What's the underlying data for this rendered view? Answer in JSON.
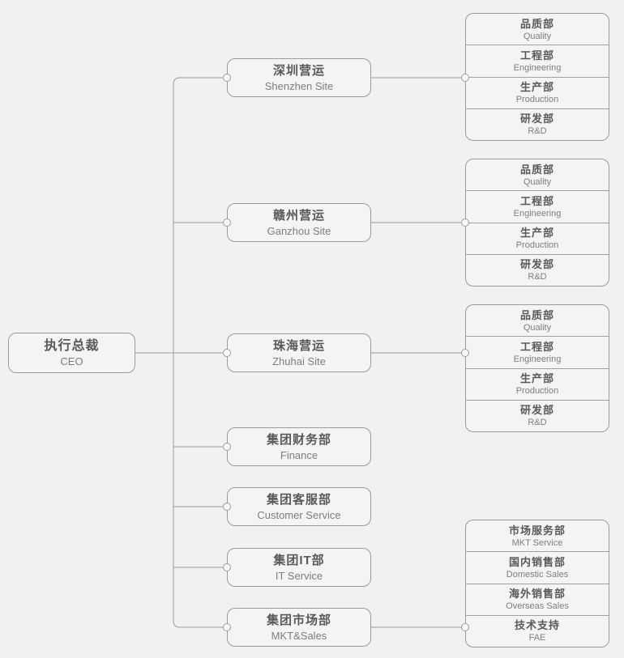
{
  "chart": {
    "type": "org-chart",
    "root": {
      "title": "执行总裁",
      "subtitle": "CEO"
    },
    "branches": [
      {
        "title": "深圳营运",
        "subtitle": "Shenzhen Site",
        "departments": [
          {
            "title": "品质部",
            "subtitle": "Quality"
          },
          {
            "title": "工程部",
            "subtitle": "Engineering"
          },
          {
            "title": "生产部",
            "subtitle": "Production"
          },
          {
            "title": "研发部",
            "subtitle": "R&D"
          }
        ]
      },
      {
        "title": "赣州营运",
        "subtitle": "Ganzhou Site",
        "departments": [
          {
            "title": "品质部",
            "subtitle": "Quality"
          },
          {
            "title": "工程部",
            "subtitle": "Engineering"
          },
          {
            "title": "生产部",
            "subtitle": "Production"
          },
          {
            "title": "研发部",
            "subtitle": "R&D"
          }
        ]
      },
      {
        "title": "珠海营运",
        "subtitle": "Zhuhai Site",
        "departments": [
          {
            "title": "品质部",
            "subtitle": "Quality"
          },
          {
            "title": "工程部",
            "subtitle": "Engineering"
          },
          {
            "title": "生产部",
            "subtitle": "Production"
          },
          {
            "title": "研发部",
            "subtitle": "R&D"
          }
        ]
      },
      {
        "title": "集团财务部",
        "subtitle": "Finance"
      },
      {
        "title": "集团客服部",
        "subtitle": "Customer Service"
      },
      {
        "title": "集团IT部",
        "subtitle": "IT Service"
      },
      {
        "title": "集团市场部",
        "subtitle": "MKT&Sales",
        "departments": [
          {
            "title": "市场服务部",
            "subtitle": "MKT Service"
          },
          {
            "title": "国内销售部",
            "subtitle": "Domestic Sales"
          },
          {
            "title": "海外销售部",
            "subtitle": "Overseas Sales"
          },
          {
            "title": "技术支持",
            "subtitle": "FAE"
          }
        ]
      }
    ],
    "colors": {
      "background": "#f1f1f2",
      "node_fill": "#f4f4f5",
      "line": "#9b9b9b",
      "text_primary": "#595959",
      "text_secondary": "#7d7d7d"
    }
  }
}
